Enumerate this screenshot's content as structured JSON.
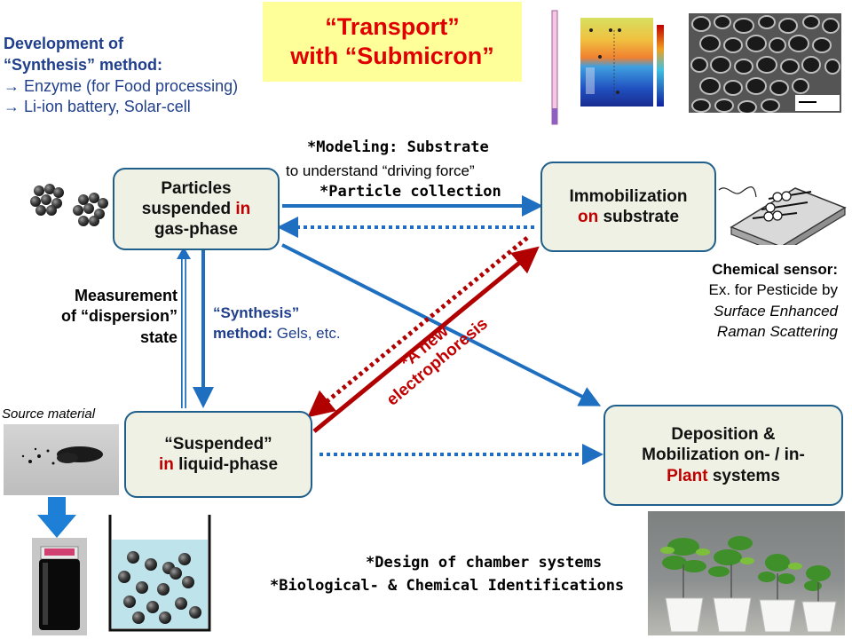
{
  "title": {
    "line1": "“Transport”",
    "line2": "with “Submicron”"
  },
  "development": {
    "heading1": "Development of",
    "heading2": "“Synthesis” method:",
    "item1": "→ Enzyme (for Food processing)",
    "item2": "→  Li-ion battery, Solar-cell"
  },
  "colors": {
    "box_border": "#1f5f8c",
    "box_fill": "#eef1e3",
    "arrow_blue": "#1f6fc0",
    "arrow_red": "#b00000",
    "emphasis_red": "#c00000",
    "title_bg": "#ffff99"
  },
  "boxes": {
    "gas": {
      "line1": "Particles",
      "line2": "suspended ",
      "line2_red": "in",
      "line3": "gas-phase"
    },
    "immob": {
      "line1": "Immobilization",
      "line2_red": "on",
      "line2": " substrate"
    },
    "liquid": {
      "line1": "“Suspended”",
      "line2_red": "in",
      "line2": " liquid-phase"
    },
    "deposition": {
      "line1": "Deposition &",
      "line2": "Mobilization on- / in-",
      "line3_red": "Plant",
      "line3": " systems"
    }
  },
  "labels": {
    "modeling": "*Modeling: Substrate",
    "understand": "to understand  “driving force”",
    "collection": "*Particle collection",
    "measurement1": "Measurement",
    "measurement2": "of “dispersion”",
    "measurement3": "state",
    "synthesis1": "“Synthesis”",
    "synthesis2_bold": "method:",
    "synthesis2": " Gels, etc.",
    "electro1": "*A new",
    "electro2": "electrophoresis",
    "sensor_title": "Chemical sensor:",
    "sensor2": "Ex. for Pesticide by",
    "sensor3": "Surface Enhanced",
    "sensor4": "Raman Scattering",
    "source": "Source material",
    "chamber": "*Design of chamber systems",
    "bio": "*Biological- & Chemical Identifications"
  }
}
